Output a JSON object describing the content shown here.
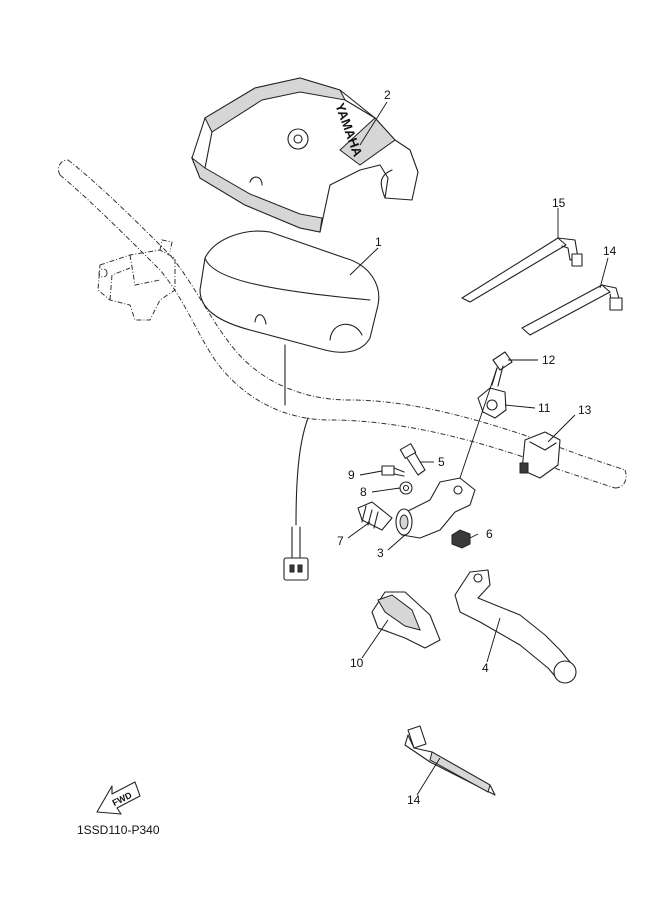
{
  "diagram": {
    "brand_text": "YAMAHA",
    "fwd_label": "FWD",
    "drawing_code": "1SSD110-P340",
    "callouts": {
      "c1": "1",
      "c2": "2",
      "c3": "3",
      "c4": "4",
      "c5": "5",
      "c6": "6",
      "c7": "7",
      "c8": "8",
      "c9": "9",
      "c10": "10",
      "c11": "11",
      "c12": "12",
      "c13": "13",
      "c14a": "14",
      "c14b": "14",
      "c15": "15"
    }
  }
}
